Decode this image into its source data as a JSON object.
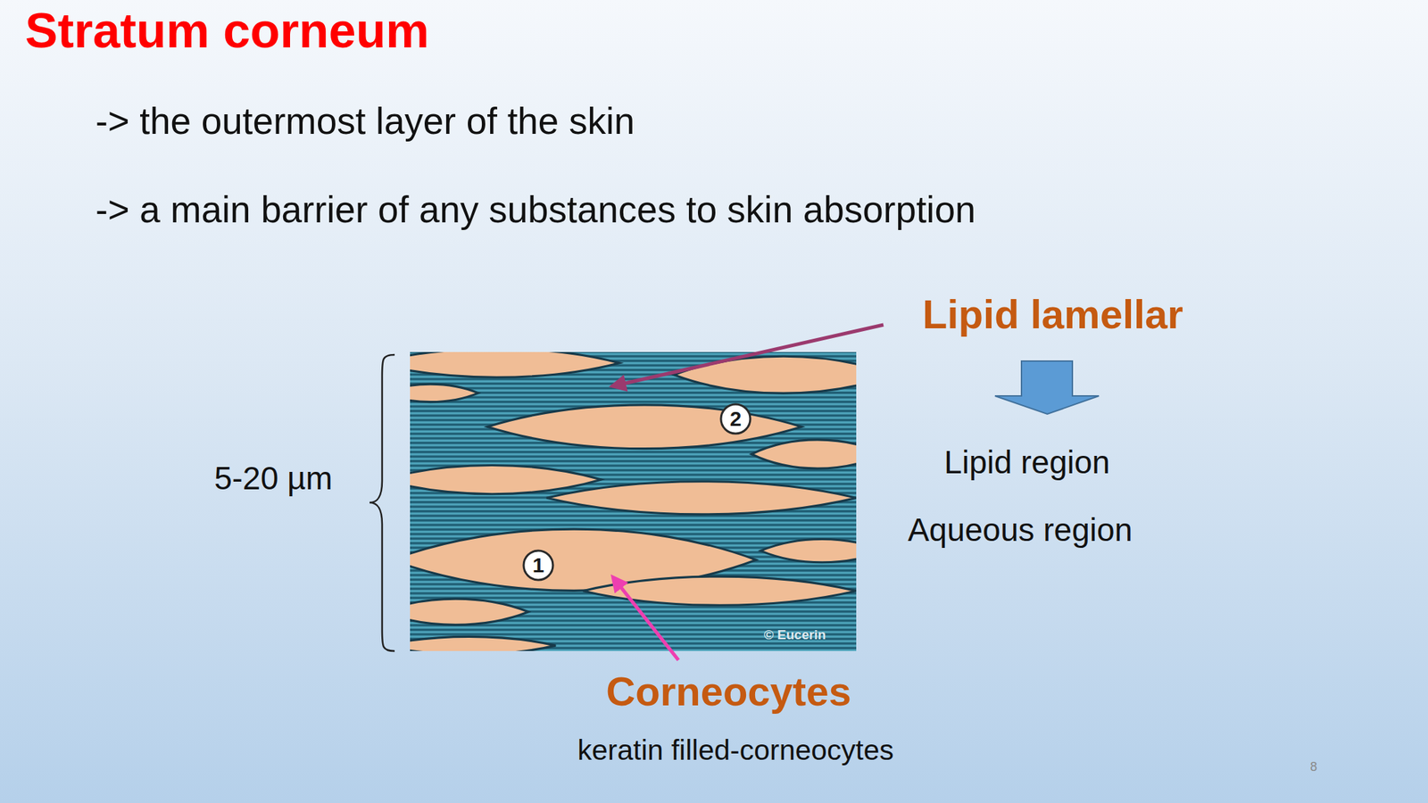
{
  "diagram": {
    "title": "Stratum corneum",
    "nodes": [
      {
        "text": [
          "2"
        ]
      },
      {
        "text": [
          "1"
        ]
      }
    ],
    "labels": [
      "-> the outermost layer of the skin",
      "-> a main barrier of any substances to skin absorption",
      "Lipid lamellar",
      "Lipid region",
      "Aqueous region",
      "5-20 µm",
      "Corneocytes",
      "keratin filled-corneocytes",
      "© Eucerin",
      "8"
    ]
  }
}
